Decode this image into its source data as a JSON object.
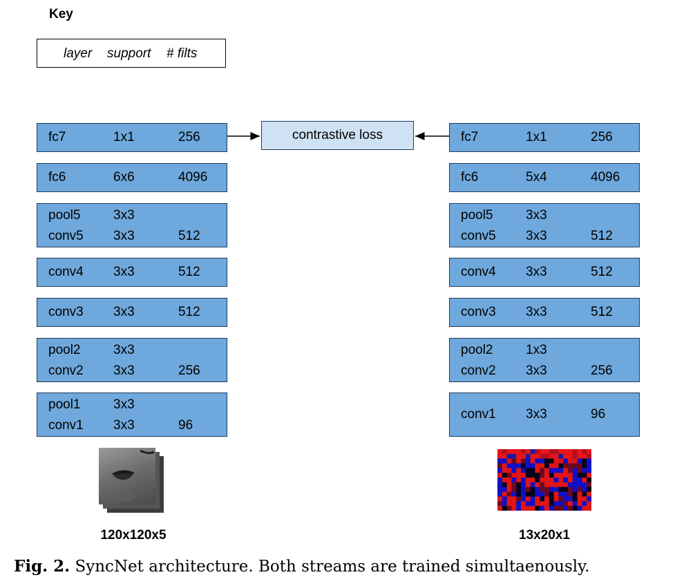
{
  "key": {
    "title": "Key",
    "layer": "layer",
    "support": "support",
    "filts": "# filts"
  },
  "loss": "contrastive loss",
  "left_stream": [
    {
      "rows": [
        [
          "fc7",
          "1x1",
          "256"
        ]
      ]
    },
    {
      "rows": [
        [
          "fc6",
          "6x6",
          "4096"
        ]
      ]
    },
    {
      "rows": [
        [
          "pool5",
          "3x3",
          ""
        ],
        [
          "conv5",
          "3x3",
          "512"
        ]
      ]
    },
    {
      "rows": [
        [
          "conv4",
          "3x3",
          "512"
        ]
      ]
    },
    {
      "rows": [
        [
          "conv3",
          "3x3",
          "512"
        ]
      ]
    },
    {
      "rows": [
        [
          "pool2",
          "3x3",
          ""
        ],
        [
          "conv2",
          "3x3",
          "256"
        ]
      ]
    },
    {
      "rows": [
        [
          "pool1",
          "3x3",
          ""
        ],
        [
          "conv1",
          "3x3",
          "96"
        ]
      ]
    }
  ],
  "right_stream": [
    {
      "rows": [
        [
          "fc7",
          "1x1",
          "256"
        ]
      ]
    },
    {
      "rows": [
        [
          "fc6",
          "5x4",
          "4096"
        ]
      ]
    },
    {
      "rows": [
        [
          "pool5",
          "3x3",
          ""
        ],
        [
          "conv5",
          "3x3",
          "512"
        ]
      ]
    },
    {
      "rows": [
        [
          "conv4",
          "3x3",
          "512"
        ]
      ]
    },
    {
      "rows": [
        [
          "conv3",
          "3x3",
          "512"
        ]
      ]
    },
    {
      "rows": [
        [
          "pool2",
          "1x3",
          ""
        ],
        [
          "conv2",
          "3x3",
          "256"
        ]
      ]
    },
    {
      "rows": [
        [
          "conv1",
          "3x3",
          "96"
        ]
      ]
    }
  ],
  "inputs": {
    "left_label": "120x120x5",
    "right_label": "13x20x1"
  },
  "caption": {
    "prefix": "Fig. 2.",
    "text": " SyncNet architecture. Both streams are trained simultaenously."
  }
}
